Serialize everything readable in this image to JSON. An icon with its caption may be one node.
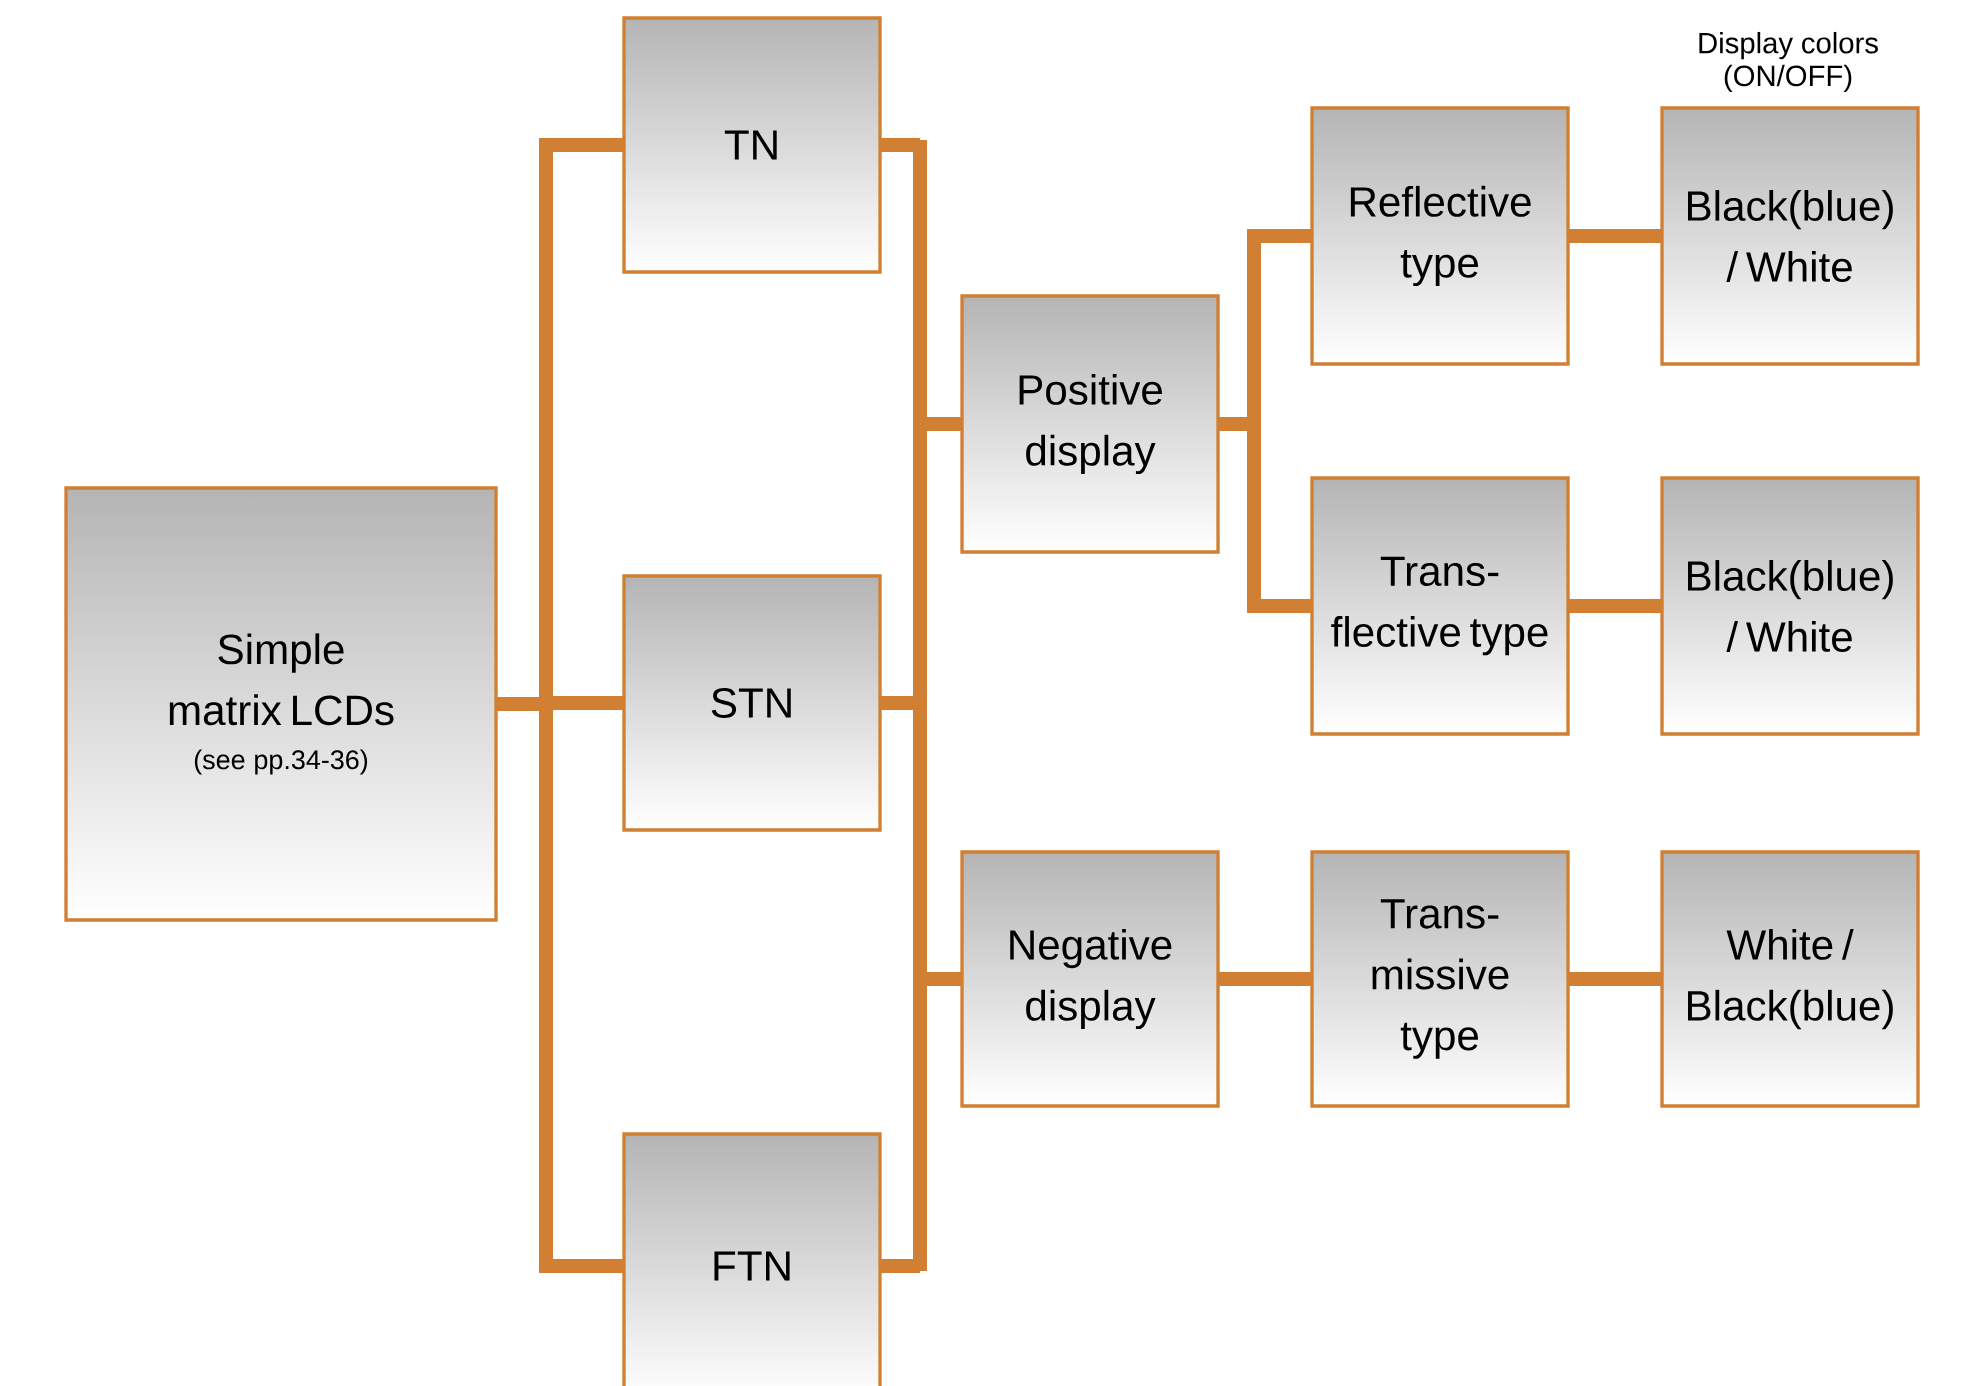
{
  "diagram": {
    "nodes": [
      {
        "text": [
          "Simple matrix LCDs",
          "(see pp.34-36)"
        ]
      },
      {
        "text": [
          "TN"
        ]
      },
      {
        "text": [
          "STN"
        ]
      },
      {
        "text": [
          "FTN"
        ]
      },
      {
        "text": [
          "Positive display"
        ]
      },
      {
        "text": [
          "Negative display"
        ]
      },
      {
        "text": [
          "Reflective type"
        ]
      },
      {
        "text": [
          "Trans- flective type"
        ]
      },
      {
        "text": [
          "Trans- missive type"
        ]
      },
      {
        "text": [
          "Black(blue) / White"
        ]
      },
      {
        "text": [
          "Black(blue) / White"
        ]
      },
      {
        "text": [
          "White / Black(blue)"
        ]
      }
    ],
    "edges": [
      {
        "from": 0,
        "to": 1,
        "arrow": "none"
      },
      {
        "from": 0,
        "to": 2,
        "arrow": "none"
      },
      {
        "from": 0,
        "to": 3,
        "arrow": "none"
      },
      {
        "from": 1,
        "to": 4,
        "arrow": "none"
      },
      {
        "from": 2,
        "to": 4,
        "arrow": "none"
      },
      {
        "from": 3,
        "to": 4,
        "arrow": "none"
      },
      {
        "from": 1,
        "to": 5,
        "arrow": "none"
      },
      {
        "from": 2,
        "to": 5,
        "arrow": "none"
      },
      {
        "from": 3,
        "to": 5,
        "arrow": "none"
      },
      {
        "from": 4,
        "to": 6,
        "arrow": "none"
      },
      {
        "from": 4,
        "to": 7,
        "arrow": "none"
      },
      {
        "from": 5,
        "to": 8,
        "arrow": "none"
      },
      {
        "from": 6,
        "to": 9,
        "arrow": "none"
      },
      {
        "from": 7,
        "to": 10,
        "arrow": "none"
      },
      {
        "from": 8,
        "to": 11,
        "arrow": "none"
      }
    ],
    "labels": [
      "Display colors (ON/OFF)"
    ]
  }
}
